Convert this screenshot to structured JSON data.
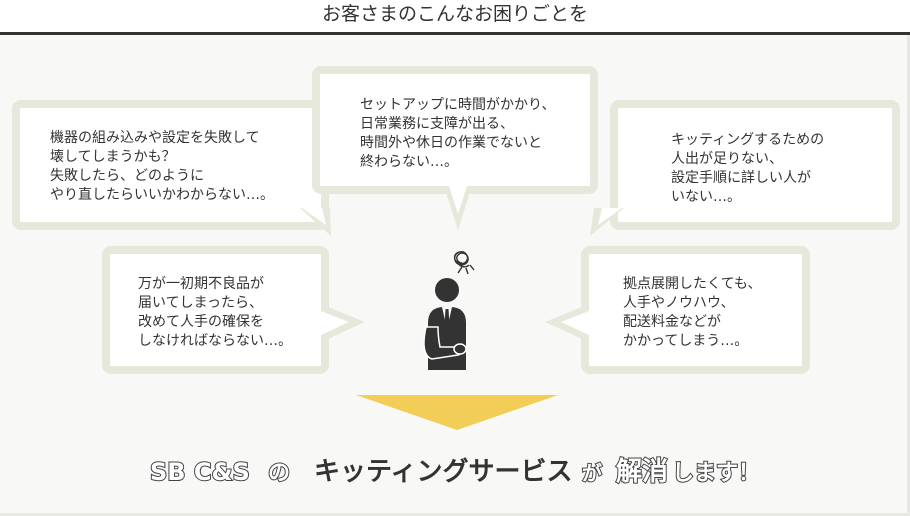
{
  "title": "お客さまのこんなお困りごとを",
  "bubbles": {
    "top_center": {
      "lines": "セットアップに時間がかかり、\n日常業務に支障が出る、\n時間外や休日の作業でないと\n終わらない…。"
    },
    "top_left": {
      "lines": "機器の組み込みや設定を失敗して\n壊してしまうかも？\n失敗したら、どのように\nやり直したらいいかわからない…。"
    },
    "top_right": {
      "lines": "キッティングするための\n人出が足りない、\n設定手順に詳しい人が\nいない…。"
    },
    "mid_left": {
      "lines": "万が一初期不良品が\n届いてしまったら、\n改めて人手の確保を\nしなければならない…。"
    },
    "mid_right": {
      "lines": "拠点展開したくても、\n人手やノウハウ、\n配送料金などが\nかかってしまう…。"
    }
  },
  "footer": {
    "company": "SB C&S",
    "particle1": "の",
    "service": "キッティングサービス",
    "particle2": "が",
    "verb1": "解消",
    "verb2": "します！"
  },
  "colors": {
    "bubble_border": "#e6e8dc",
    "panel_bg": "#f8f8f6",
    "arrow": "#f2cd57",
    "text": "#333333"
  }
}
